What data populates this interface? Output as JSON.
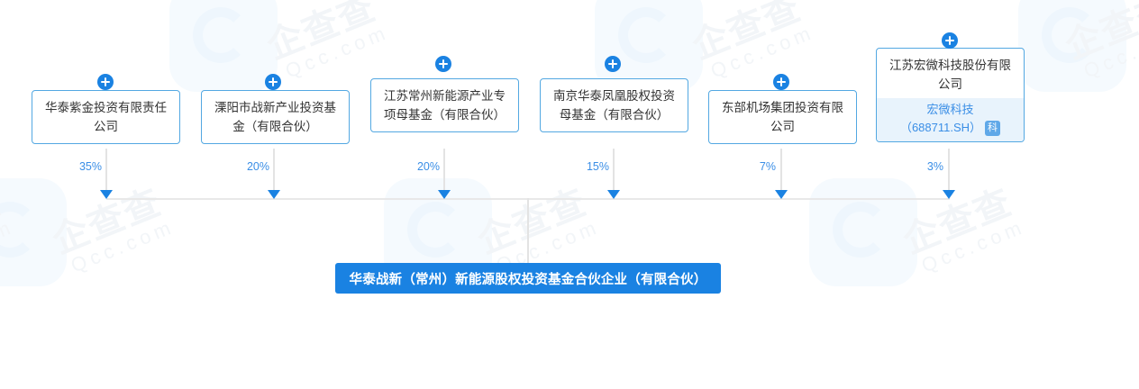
{
  "diagram": {
    "type": "shareholder-structure-chart",
    "root": {
      "name": "华泰战新（常州）新能源股权投资基金合伙企业（有限合伙）",
      "color": "#1a82e2"
    },
    "shareholders": [
      {
        "name": "华泰紫金投资有限责任公司",
        "percent": "35%",
        "expand_icon": "plus-icon",
        "listed": false
      },
      {
        "name": "溧阳市战新产业投资基金（有限合伙）",
        "percent": "20%",
        "expand_icon": "plus-icon",
        "listed": false
      },
      {
        "name": "江苏常州新能源产业专项母基金（有限合伙）",
        "percent": "20%",
        "expand_icon": "plus-icon",
        "listed": false
      },
      {
        "name": "南京华泰凤凰股权投资母基金（有限合伙）",
        "percent": "15%",
        "expand_icon": "plus-icon",
        "listed": false
      },
      {
        "name": "东部机场集团投资有限公司",
        "percent": "7%",
        "expand_icon": "plus-icon",
        "listed": false
      },
      {
        "name": "江苏宏微科技股份有限公司",
        "percent": "3%",
        "expand_icon": "plus-icon",
        "listed": true,
        "stock_short_name": "宏微科技",
        "stock_code": "（688711.SH）",
        "stock_tag": "科"
      }
    ],
    "colors": {
      "node_border": "#53a8e2",
      "accent": "#1a82e2",
      "percent_text": "#3a8ee6",
      "connector": "#e3e3e3",
      "stock_bar_bg": "#e8f3fc"
    }
  },
  "watermark": {
    "brand": "企查查",
    "site": "Qcc.com"
  }
}
